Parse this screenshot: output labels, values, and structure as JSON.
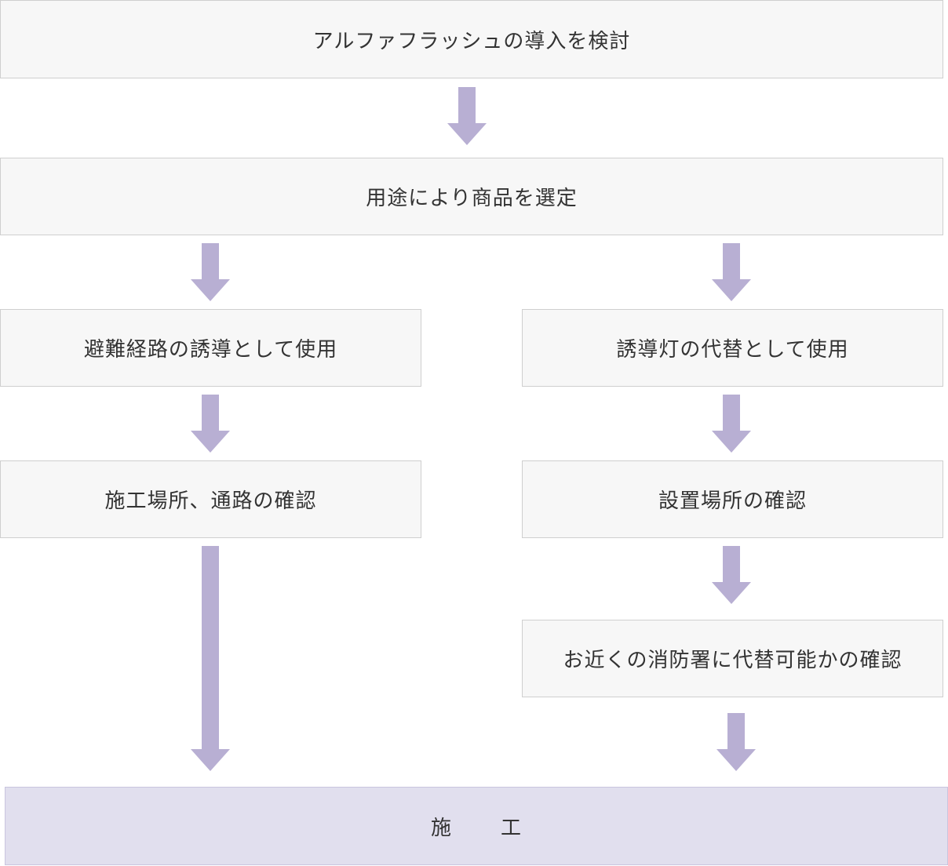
{
  "flow": {
    "start": "アルファフラッシュの導入を検討",
    "select": "用途により商品を選定",
    "left": {
      "use": "避難経路の誘導として使用",
      "check": "施工場所、通路の確認"
    },
    "right": {
      "use": "誘導灯の代替として使用",
      "check": "設置場所の確認",
      "confirm": "お近くの消防署に代替可能かの確認"
    },
    "final": {
      "char1": "施",
      "char2": "工"
    }
  },
  "colors": {
    "box_fill": "#f7f7f7",
    "box_border": "#cfcfcf",
    "final_fill": "#e1dfee",
    "arrow": "#b8afd3",
    "text": "#333333"
  }
}
